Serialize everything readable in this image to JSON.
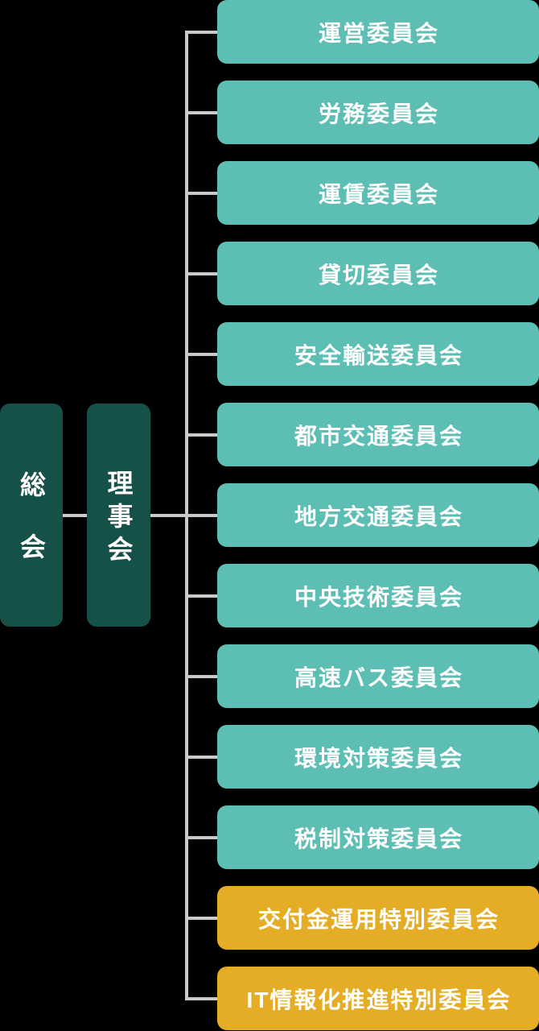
{
  "org_chart": {
    "root": {
      "label": "総会"
    },
    "board": {
      "label": "理事会"
    },
    "committees": [
      {
        "label": "運営委員会",
        "type": "standard"
      },
      {
        "label": "労務委員会",
        "type": "standard"
      },
      {
        "label": "運賃委員会",
        "type": "standard"
      },
      {
        "label": "貸切委員会",
        "type": "standard"
      },
      {
        "label": "安全輸送委員会",
        "type": "standard"
      },
      {
        "label": "都市交通委員会",
        "type": "standard"
      },
      {
        "label": "地方交通委員会",
        "type": "standard"
      },
      {
        "label": "中央技術委員会",
        "type": "standard"
      },
      {
        "label": "高速バス委員会",
        "type": "standard"
      },
      {
        "label": "環境対策委員会",
        "type": "standard"
      },
      {
        "label": "税制対策委員会",
        "type": "standard"
      },
      {
        "label": "交付金運用特別委員会",
        "type": "special"
      },
      {
        "label": "IT情報化推進特別委員会",
        "type": "special"
      }
    ],
    "colors": {
      "background": "#000000",
      "root_box": "#155049",
      "committee_box": "#5dbeb3",
      "special_committee_box": "#e4ad25",
      "connector_line": "#cbcbcb",
      "text": "#ffffff"
    }
  }
}
